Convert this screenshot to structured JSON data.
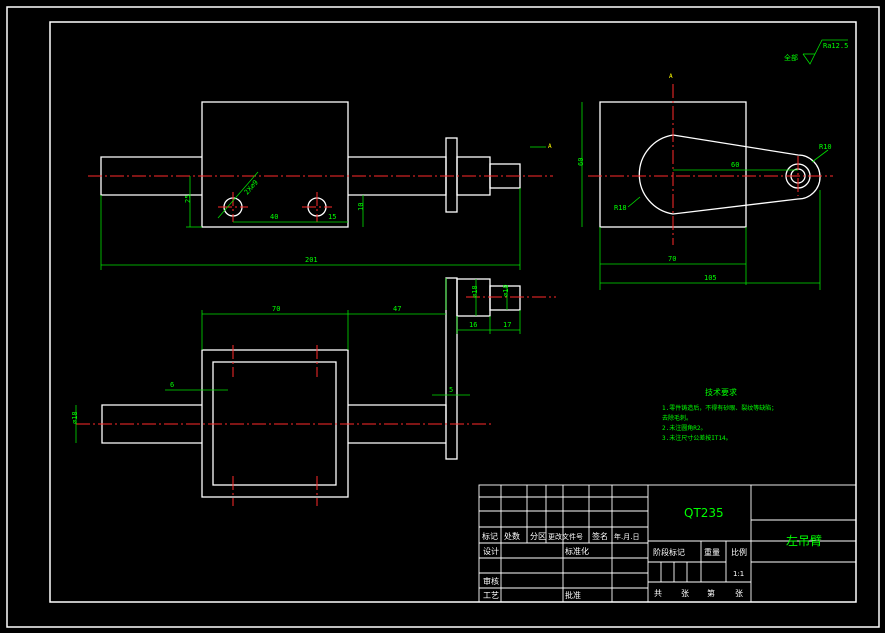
{
  "dimensions": {
    "front_hole_callout": "2X∅9",
    "front_height": "25",
    "front_hole_spacing": "40",
    "front_hole_offset": "15",
    "front_hole_height": "10",
    "front_total_length": "201",
    "section_marker": "A",
    "side_height": "60",
    "side_center_distance": "60",
    "side_radius_large": "R10",
    "side_radius_small": "R18",
    "side_width": "70",
    "side_total": "105",
    "plan_width": "70",
    "plan_offset": "47",
    "plan_wall": "6",
    "plan_plate": "5",
    "plan_shaft_dia": "∅18",
    "detail_dia1": "∅18",
    "detail_dia2": "∅10",
    "detail_len1": "16",
    "detail_len2": "17"
  },
  "surface_finish": {
    "prefix": "全部",
    "value": "Ra12.5"
  },
  "technical_requirements": {
    "title": "技术要求",
    "lines": [
      "1.零件铸造后，不得有砂眼、裂纹等缺陷；",
      "  去除毛刺。",
      "2.未注圆角R2。",
      "3.未注尺寸公差按IT14。"
    ]
  },
  "title_block": {
    "material": "QT235",
    "part_name": "左吊臂",
    "header_cells": [
      "标记",
      "处数",
      "分区",
      "更改文件号",
      "签名",
      "年.月.日"
    ],
    "designer_label": "设计",
    "standardize_label": "标准化",
    "checker_label": "审核",
    "process_label": "工艺",
    "approve_label": "批准",
    "stage_label": "阶段标记",
    "weight_label": "重量",
    "scale_label": "比例",
    "scale_value": "1:1",
    "sheet_cells": [
      "共",
      "张",
      "第",
      "张"
    ]
  }
}
